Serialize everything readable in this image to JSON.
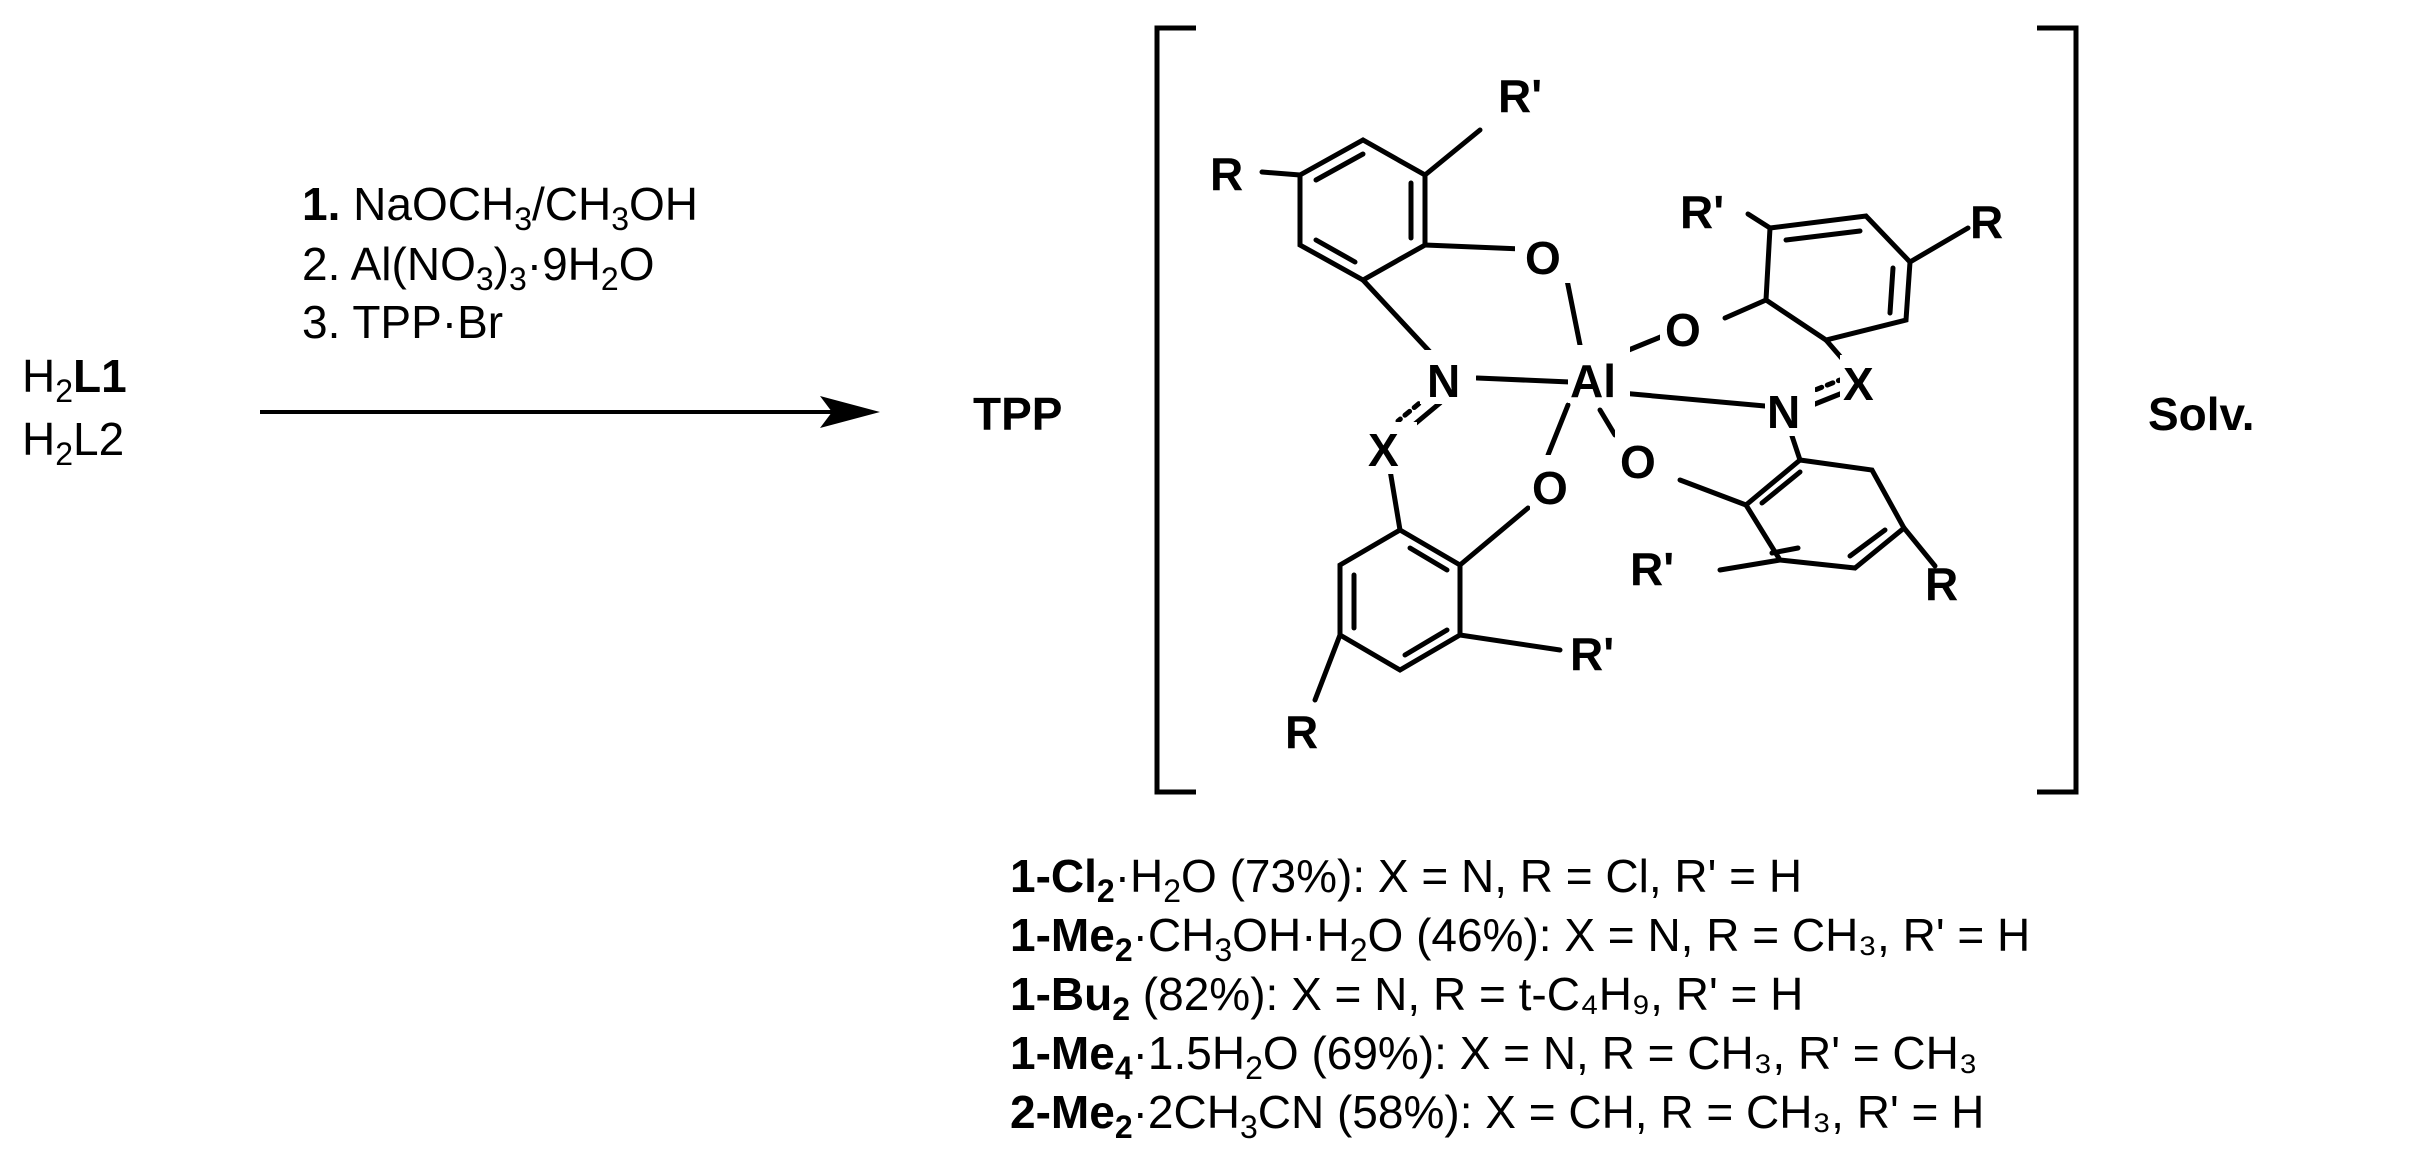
{
  "reactants": {
    "first": {
      "prefix": "H",
      "sub": "2",
      "name": "L1"
    },
    "second": {
      "prefix": "H",
      "sub": "2",
      "name": "L2"
    }
  },
  "conditions": {
    "step1": {
      "num": "1.",
      "a": "NaOCH",
      "s1": "3",
      "b": "/CH",
      "s2": "3",
      "c": "OH"
    },
    "step2": {
      "num": "2.",
      "a": "Al(NO",
      "s1": "3",
      "b": ")",
      "s2": "3",
      "c": "·9H",
      "s3": "2",
      "d": "O"
    },
    "step3": {
      "num": "3.",
      "a": "TPP·Br"
    }
  },
  "product": {
    "cation": "TPP",
    "solvent": "Solv.",
    "atoms": {
      "al": "Al",
      "n": "N",
      "o": "O",
      "x": "X",
      "r": "R",
      "rp": "R'"
    }
  },
  "compounds": [
    {
      "bold": "1-Cl",
      "bsub": "2",
      "parts": [
        [
          "·H",
          ""
        ],
        [
          "2",
          "sub"
        ],
        [
          "O (73%)",
          ""
        ]
      ],
      "cond": ": X = N, R = Cl, R' = H"
    },
    {
      "bold": "1-Me",
      "bsub": "2",
      "parts": [
        [
          "·CH",
          ""
        ],
        [
          "3",
          "sub"
        ],
        [
          "OH·H",
          ""
        ],
        [
          "2",
          "sub"
        ],
        [
          "O (46%)",
          ""
        ]
      ],
      "cond": ": X = N, R = CH₃, R' = H"
    },
    {
      "bold": "1-Bu",
      "bsub": "2",
      "parts": [
        [
          " (82%)",
          ""
        ]
      ],
      "cond": ": X = N, R = t-C₄H₉, R' = H"
    },
    {
      "bold": "1-Me",
      "bsub": "4",
      "parts": [
        [
          "·1.5H",
          ""
        ],
        [
          "2",
          "sub"
        ],
        [
          "O (69%)",
          ""
        ]
      ],
      "cond": ": X = N, R = CH₃, R' = CH₃"
    },
    {
      "bold": "2-Me",
      "bsub": "2",
      "parts": [
        [
          "·2CH",
          ""
        ],
        [
          "3",
          "sub"
        ],
        [
          "CN (58%)",
          ""
        ]
      ],
      "cond": ": X = CH, R = CH₃, R' = H"
    }
  ]
}
